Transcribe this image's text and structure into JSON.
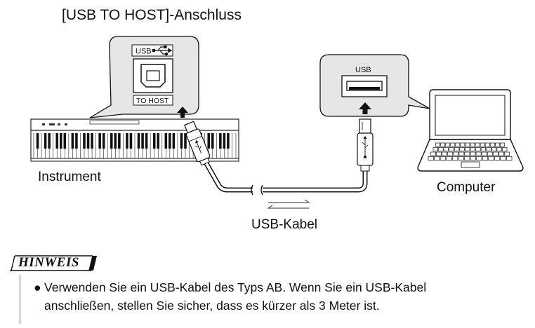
{
  "labels": {
    "port": "[USB TO HOST]-Anschluss",
    "instrument": "Instrument",
    "computer": "Computer",
    "cable": "USB-Kabel"
  },
  "callouts": {
    "usb_left": "USB",
    "to_host": "TO HOST",
    "usb_right": "USB"
  },
  "note": {
    "title": "HINWEIS",
    "bullet": "●",
    "line1": "Verwenden Sie ein USB-Kabel des Typs AB. Wenn Sie ein USB-Kabel",
    "line2": "anschließen, stellen Sie sicher, dass es kürzer als 3 Meter ist."
  }
}
